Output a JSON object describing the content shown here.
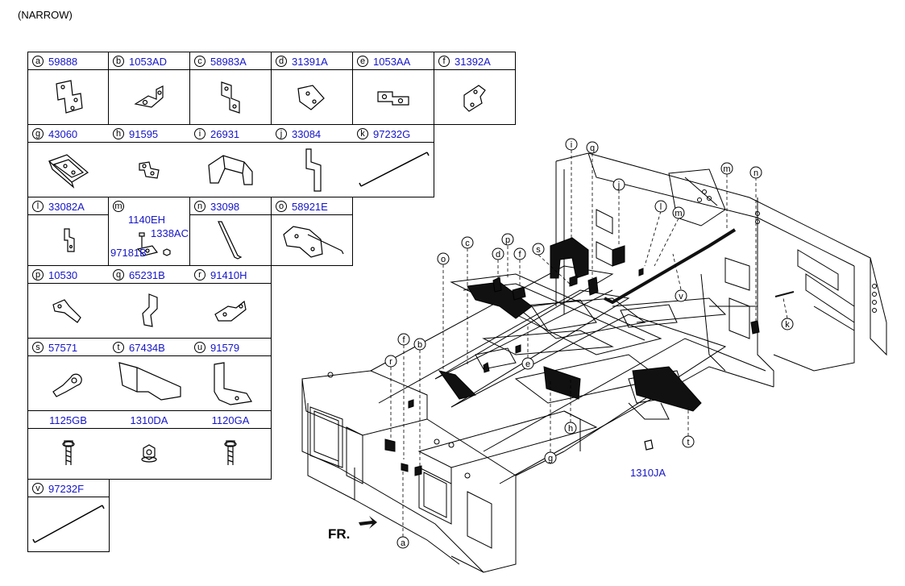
{
  "header": {
    "variant": "(NARROW)"
  },
  "legend": {
    "a": {
      "letter": "a",
      "part": "59888",
      "icon": "flat-plate-bracket-icon"
    },
    "b": {
      "letter": "b",
      "part": "1053AD",
      "icon": "angle-bracket-icon"
    },
    "c": {
      "letter": "c",
      "part": "58983A",
      "icon": "offset-bracket-icon"
    },
    "d": {
      "letter": "d",
      "part": "31391A",
      "icon": "clip-bracket-icon"
    },
    "e": {
      "letter": "e",
      "part": "1053AA",
      "icon": "double-hole-plate-icon"
    },
    "f": {
      "letter": "f",
      "part": "31392A",
      "icon": "clip-bracket-icon"
    },
    "g": {
      "letter": "g",
      "part": "43060",
      "icon": "channel-cover-icon"
    },
    "h": {
      "letter": "h",
      "part": "91595",
      "icon": "small-bracket-icon"
    },
    "i": {
      "letter": "i",
      "part": "26931",
      "icon": "heat-shield-icon"
    },
    "j": {
      "letter": "j",
      "part": "33084",
      "icon": "flat-bracket-icon"
    },
    "k": {
      "letter": "k",
      "part": "97232G",
      "icon": "rod-icon"
    },
    "l": {
      "letter": "l",
      "part": "33082A",
      "icon": "small-bracket-icon"
    },
    "m": {
      "letter": "m",
      "part": "",
      "icon": "bolt-assembly-icon",
      "sub": {
        "p1": "1140EH",
        "p2": "1338AC",
        "p3": "97181B"
      }
    },
    "n": {
      "letter": "n",
      "part": "33098",
      "icon": "strap-icon"
    },
    "o": {
      "letter": "o",
      "part": "58921E",
      "icon": "brake-line-bracket-icon"
    },
    "p": {
      "letter": "p",
      "part": "10530",
      "icon": "angle-bracket-icon"
    },
    "q": {
      "letter": "q",
      "part": "65231B",
      "icon": "bent-plate-icon"
    },
    "r": {
      "letter": "r",
      "part": "91410H",
      "icon": "angle-bracket-icon"
    },
    "s": {
      "letter": "s",
      "part": "57571",
      "icon": "cable-lug-icon"
    },
    "t": {
      "letter": "t",
      "part": "67434B",
      "icon": "cover-panel-icon"
    },
    "u": {
      "letter": "u",
      "part": "91579",
      "icon": "mount-bracket-icon"
    },
    "v": {
      "letter": "v",
      "part": "97232F",
      "icon": "rod-icon"
    },
    "fasteners": {
      "bolt1": "1125GB",
      "nut": "1310DA",
      "bolt2": "1120GA"
    }
  },
  "diagram": {
    "front_label": "FR.",
    "nut_callout": "1310JA",
    "callouts": {
      "i": "i",
      "q": "q",
      "m1": "m",
      "n": "n",
      "j": "j",
      "l": "l",
      "m2": "m",
      "c": "c",
      "p": "p",
      "o": "o",
      "d": "d",
      "f1": "f",
      "s": "s",
      "v": "v",
      "k": "k",
      "e": "e",
      "f2": "f",
      "b": "b",
      "r": "r",
      "h": "h",
      "t": "t",
      "g": "g",
      "a": "a"
    }
  }
}
